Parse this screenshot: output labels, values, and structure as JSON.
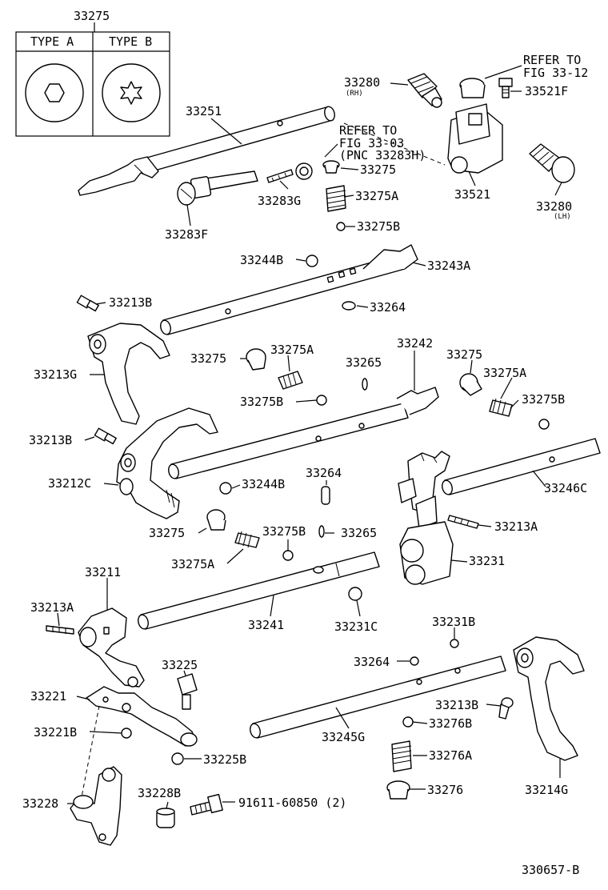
{
  "legend": {
    "part_number": "33275",
    "type_a": "TYPE A",
    "type_b": "TYPE B"
  },
  "labels": [
    {
      "id": "l-33251",
      "text": "33251"
    },
    {
      "id": "l-33280-rh",
      "text": "33280"
    },
    {
      "id": "l-rh-note",
      "text": "(RH)"
    },
    {
      "id": "l-refer-1a",
      "text": "REFER TO"
    },
    {
      "id": "l-refer-1b",
      "text": "FIG 33-12"
    },
    {
      "id": "l-33521f",
      "text": "33521F"
    },
    {
      "id": "l-refer-2a",
      "text": "REFER TO"
    },
    {
      "id": "l-refer-2b",
      "text": "FIG 33-03"
    },
    {
      "id": "l-refer-2c",
      "text": "(PNC 33283H)"
    },
    {
      "id": "l-33275-top",
      "text": "33275"
    },
    {
      "id": "l-33521",
      "text": "33521"
    },
    {
      "id": "l-33280-lh",
      "text": "33280"
    },
    {
      "id": "l-lh-note",
      "text": "(LH)"
    },
    {
      "id": "l-33283g",
      "text": "33283G"
    },
    {
      "id": "l-33275a-top",
      "text": "33275A"
    },
    {
      "id": "l-33283f",
      "text": "33283F"
    },
    {
      "id": "l-33275b-top",
      "text": "33275B"
    },
    {
      "id": "l-33244b-top",
      "text": "33244B"
    },
    {
      "id": "l-33243a",
      "text": "33243A"
    },
    {
      "id": "l-33213b-1",
      "text": "33213B"
    },
    {
      "id": "l-33264-1",
      "text": "33264"
    },
    {
      "id": "l-33242",
      "text": "33242"
    },
    {
      "id": "l-33275-m1",
      "text": "33275"
    },
    {
      "id": "l-33275a-m1",
      "text": "33275A"
    },
    {
      "id": "l-33265-1",
      "text": "33265"
    },
    {
      "id": "l-33275-m2",
      "text": "33275"
    },
    {
      "id": "l-33213g",
      "text": "33213G"
    },
    {
      "id": "l-33275a-m2",
      "text": "33275A"
    },
    {
      "id": "l-33275b-m1",
      "text": "33275B"
    },
    {
      "id": "l-33275b-m2",
      "text": "33275B"
    },
    {
      "id": "l-33213b-2",
      "text": "33213B"
    },
    {
      "id": "l-33264-2",
      "text": "33264"
    },
    {
      "id": "l-33212c",
      "text": "33212C"
    },
    {
      "id": "l-33244b-m",
      "text": "33244B"
    },
    {
      "id": "l-33246c",
      "text": "33246C"
    },
    {
      "id": "l-33213a-1",
      "text": "33213A"
    },
    {
      "id": "l-33275-m3",
      "text": "33275"
    },
    {
      "id": "l-33275b-m3",
      "text": "33275B"
    },
    {
      "id": "l-33265-2",
      "text": "33265"
    },
    {
      "id": "l-33231",
      "text": "33231"
    },
    {
      "id": "l-33275a-m3",
      "text": "33275A"
    },
    {
      "id": "l-33211",
      "text": "33211"
    },
    {
      "id": "l-33213a-2",
      "text": "33213A"
    },
    {
      "id": "l-33241",
      "text": "33241"
    },
    {
      "id": "l-33231c",
      "text": "33231C"
    },
    {
      "id": "l-33231b",
      "text": "33231B"
    },
    {
      "id": "l-33225",
      "text": "33225"
    },
    {
      "id": "l-33264-3",
      "text": "33264"
    },
    {
      "id": "l-33221",
      "text": "33221"
    },
    {
      "id": "l-33213b-3",
      "text": "33213B"
    },
    {
      "id": "l-33221b",
      "text": "33221B"
    },
    {
      "id": "l-33245g",
      "text": "33245G"
    },
    {
      "id": "l-33276b",
      "text": "33276B"
    },
    {
      "id": "l-33225b",
      "text": "33225B"
    },
    {
      "id": "l-33276a",
      "text": "33276A"
    },
    {
      "id": "l-33228",
      "text": "33228"
    },
    {
      "id": "l-33228b",
      "text": "33228B"
    },
    {
      "id": "l-91611",
      "text": "91611-60850 (2)"
    },
    {
      "id": "l-33276",
      "text": "33276"
    },
    {
      "id": "l-33214g",
      "text": "33214G"
    }
  ],
  "figure_code": "330657-B"
}
